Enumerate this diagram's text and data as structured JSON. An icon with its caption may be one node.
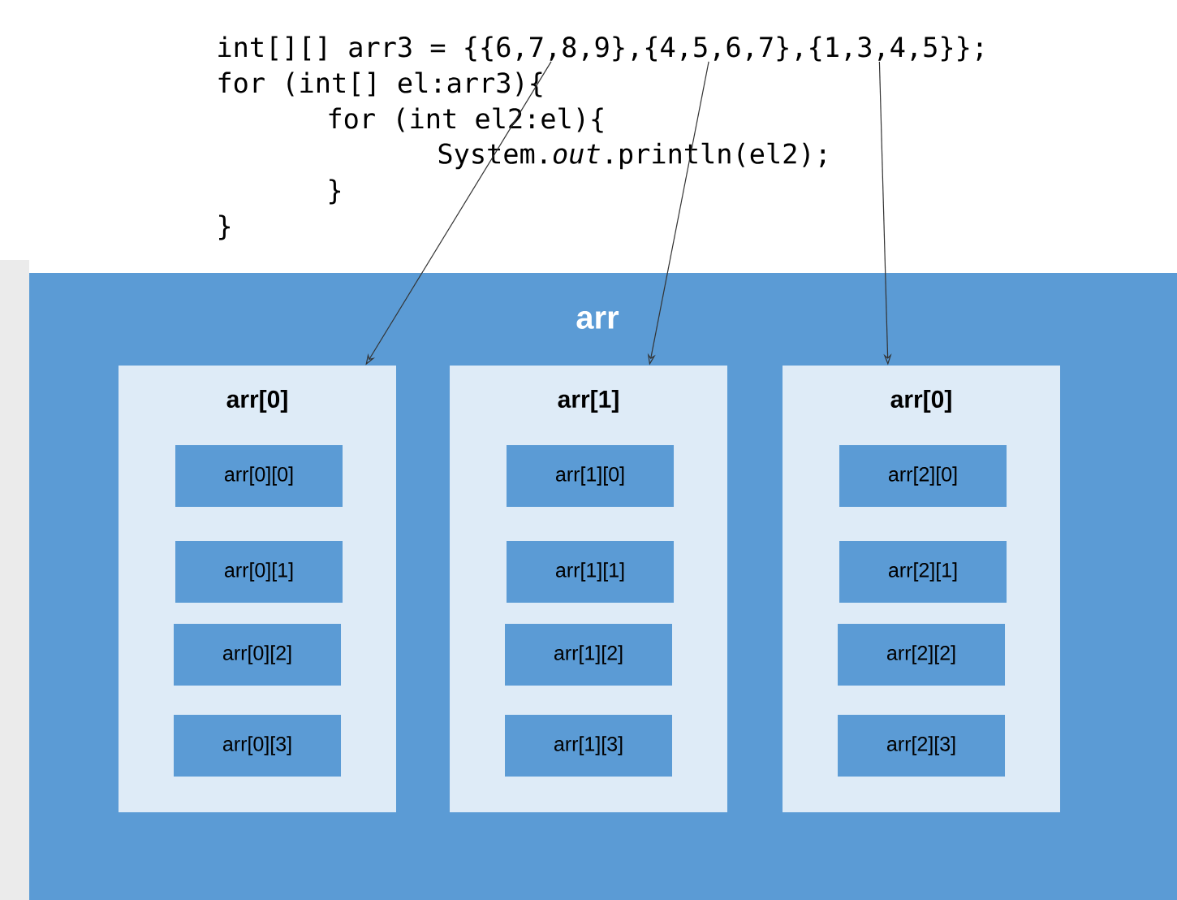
{
  "diagram": {
    "nodes": [
      {
        "text": [
          "int[][] arr3 = {{6,7,8,9},{4,5,6,7},{1,3,4,5}};"
        ]
      },
      {
        "text": [
          "arr"
        ]
      },
      {
        "text": [
          "arr[0]"
        ],
        "in": 1
      },
      {
        "text": [
          "arr[0][0]"
        ],
        "in": 2
      },
      {
        "text": [
          "arr[0][1]"
        ],
        "in": 2
      },
      {
        "text": [
          "arr[0][2]"
        ],
        "in": 2
      },
      {
        "text": [
          "arr[0][3]"
        ],
        "in": 2
      },
      {
        "text": [
          "arr[1]"
        ],
        "in": 1
      },
      {
        "text": [
          "arr[1][0]"
        ],
        "in": 7
      },
      {
        "text": [
          "arr[1][1]"
        ],
        "in": 7
      },
      {
        "text": [
          "arr[1][2]"
        ],
        "in": 7
      },
      {
        "text": [
          "arr[1][3]"
        ],
        "in": 7
      },
      {
        "text": [
          "arr[0]"
        ],
        "in": 1
      },
      {
        "text": [
          "arr[2][0]"
        ],
        "in": 12
      },
      {
        "text": [
          "arr[2][1]"
        ],
        "in": 12
      },
      {
        "text": [
          "arr[2][2]"
        ],
        "in": 12
      },
      {
        "text": [
          "arr[2][3]"
        ],
        "in": 12
      }
    ],
    "edges": [
      {
        "from": 0,
        "to": 2,
        "arrow": "to"
      },
      {
        "from": 0,
        "to": 7,
        "arrow": "to"
      },
      {
        "from": 0,
        "to": 12,
        "arrow": "to"
      }
    ],
    "labels": [
      "for (int[] el:arr3){",
      "for (int el2:el){",
      "System.*out*.println(el2);",
      "}",
      "}"
    ]
  }
}
